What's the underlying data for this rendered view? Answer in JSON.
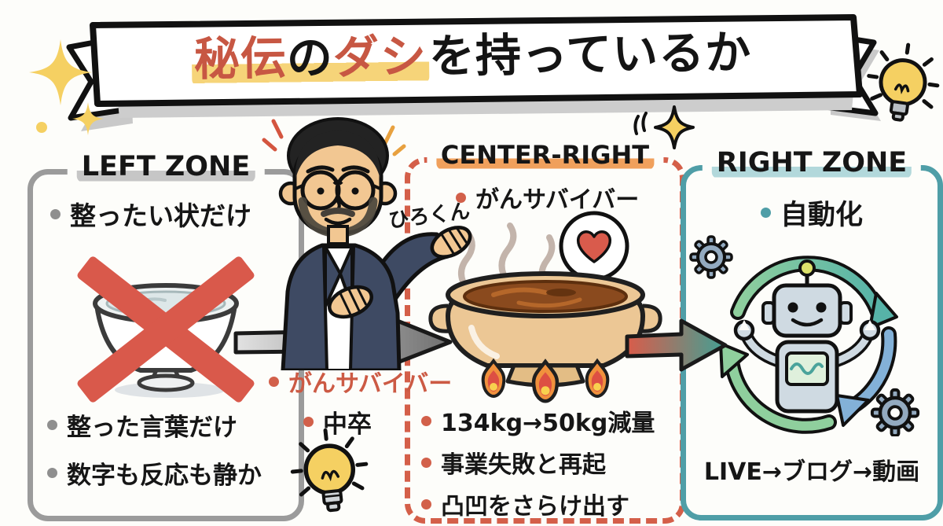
{
  "colors": {
    "accent_red": "#c75743",
    "highlight_yellow": "#f6d479",
    "zone_left_border": "#9b9b9b",
    "zone_center_border": "#d45f49",
    "zone_right_border": "#4f9ea7",
    "center_title_highlight": "#f0a05c",
    "right_title_highlight": "#b2d8db",
    "cross_red": "#d9594b",
    "gradient_arrow": [
      "#d95c4a",
      "#42a094"
    ]
  },
  "banner": {
    "segments": [
      {
        "text": "秘伝",
        "color": "#c75743"
      },
      {
        "text": "の",
        "color": "#141414"
      },
      {
        "text": "ダシ",
        "color": "#c75743"
      },
      {
        "text": "を持っているか",
        "color": "#141414"
      }
    ]
  },
  "character": {
    "name_label": "ひろくん"
  },
  "middle_list": {
    "heading": "がんサバイバー",
    "item": "中卒"
  },
  "zones": {
    "left": {
      "title": "LEFT ZONE",
      "items_top": [
        "整ったい状だけ"
      ],
      "items_bottom": [
        "整った言葉だけ",
        "数字も反応も静か"
      ],
      "icon": "crossed-out-bowl"
    },
    "center": {
      "title": "CENTER-RIGHT",
      "items_top": [
        "がんサバイバー"
      ],
      "items_bottom": [
        "134kg→50kg減量",
        "事業失敗と再起",
        "凸凹をさらけ出す"
      ],
      "icon": "steaming-pot-with-heart"
    },
    "right": {
      "title": "RIGHT ZONE",
      "items_top": [
        "自動化"
      ],
      "items_bottom": [
        "LIVE→ブログ→動画"
      ],
      "icon": "robot-automation-cycle"
    }
  },
  "icons": [
    "sparkle",
    "light-bulb",
    "crossed-out-bowl",
    "steaming-pot",
    "heart-speech-bubble",
    "flames",
    "robot",
    "cycle-arrows",
    "gear",
    "gray-arrow",
    "gradient-arrow"
  ]
}
